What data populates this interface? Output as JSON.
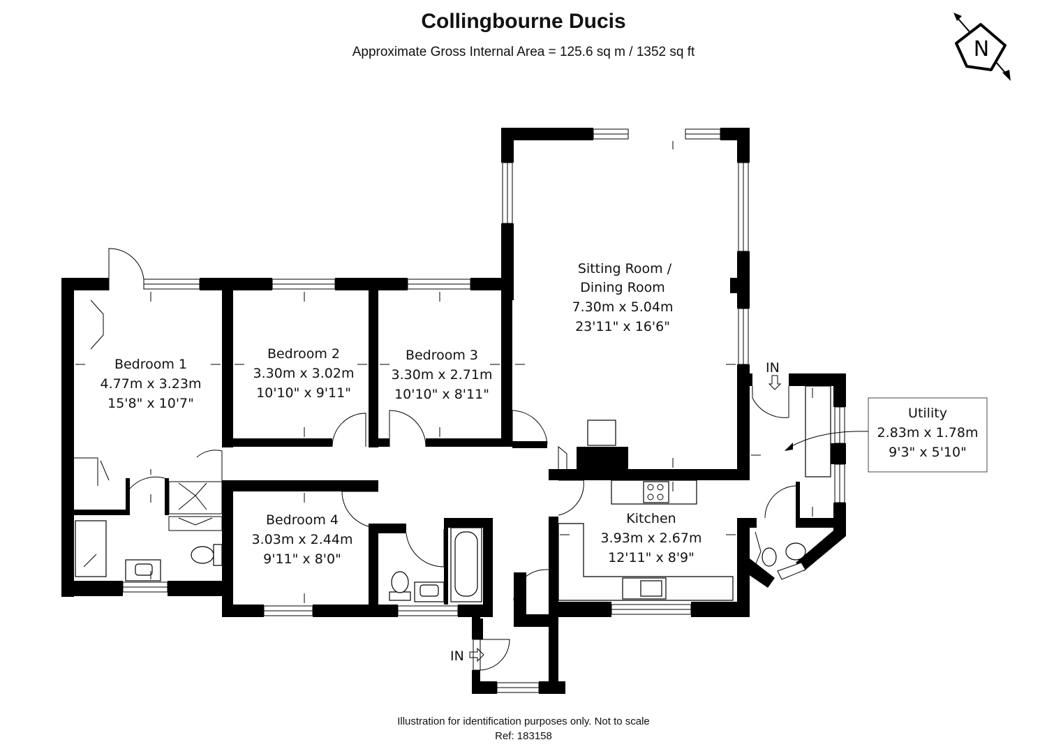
{
  "header": {
    "title": "Collingbourne Ducis",
    "subtitle": "Approximate Gross Internal Area = 125.6 sq m / 1352 sq ft"
  },
  "compass": {
    "label": "N",
    "icon": "north-compass-icon"
  },
  "rooms": {
    "bedroom1": {
      "name": "Bedroom 1",
      "metric": "4.77m x 3.23m",
      "imperial": "15'8\" x 10'7\""
    },
    "bedroom2": {
      "name": "Bedroom 2",
      "metric": "3.30m x 3.02m",
      "imperial": "10'10\" x 9'11\""
    },
    "bedroom3": {
      "name": "Bedroom 3",
      "metric": "3.30m x 2.71m",
      "imperial": "10'10\" x 8'11\""
    },
    "sitting": {
      "name_line1": "Sitting Room /",
      "name_line2": "Dining Room",
      "metric": "7.30m x 5.04m",
      "imperial": "23'11\" x 16'6\""
    },
    "bedroom4": {
      "name": "Bedroom 4",
      "metric": "3.03m x 2.44m",
      "imperial": "9'11\" x 8'0\""
    },
    "kitchen": {
      "name": "Kitchen",
      "metric": "3.93m x 2.67m",
      "imperial": "12'11\" x 8'9\""
    },
    "utility": {
      "name": "Utility",
      "metric": "2.83m x 1.78m",
      "imperial": "9'3\" x 5'10\""
    }
  },
  "entrances": {
    "side": "IN",
    "front": "IN"
  },
  "footer": {
    "disclaimer": "Illustration for identification purposes only. Not to scale",
    "ref": "Ref: 183158"
  },
  "colors": {
    "wall": "#000000",
    "background": "#ffffff",
    "text": "#111111"
  }
}
